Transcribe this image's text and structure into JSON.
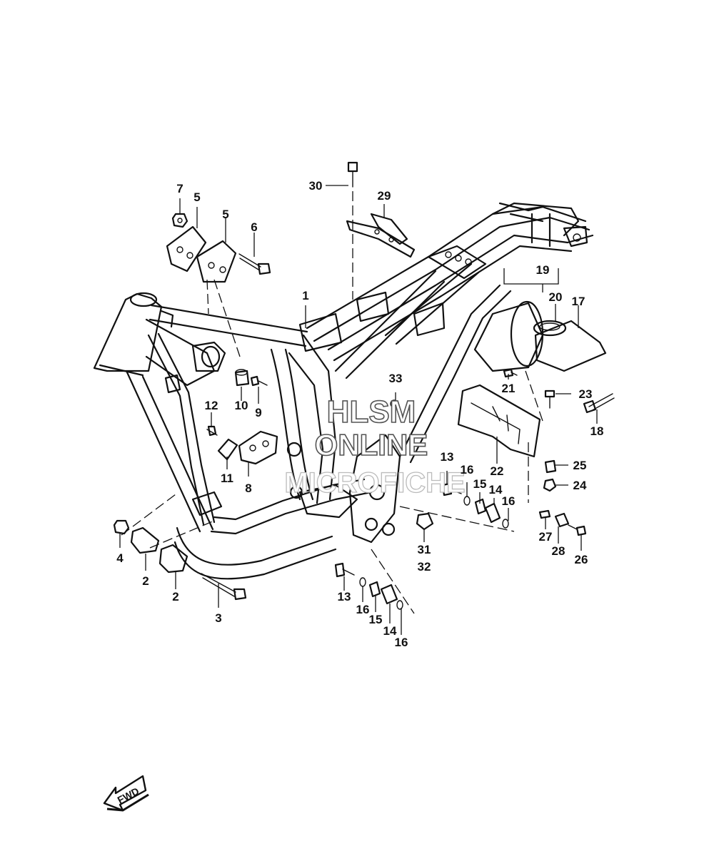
{
  "watermark": {
    "line1": "HLSM",
    "line2": "ONLINE",
    "line3": "MICROFICHE"
  },
  "fwd_label": "FWD",
  "callouts": [
    {
      "id": "c1",
      "text": "1"
    },
    {
      "id": "c2a",
      "text": "2"
    },
    {
      "id": "c2b",
      "text": "2"
    },
    {
      "id": "c3",
      "text": "3"
    },
    {
      "id": "c4",
      "text": "4"
    },
    {
      "id": "c5a",
      "text": "5"
    },
    {
      "id": "c5b",
      "text": "5"
    },
    {
      "id": "c6",
      "text": "6"
    },
    {
      "id": "c7",
      "text": "7"
    },
    {
      "id": "c8",
      "text": "8"
    },
    {
      "id": "c9",
      "text": "9"
    },
    {
      "id": "c10",
      "text": "10"
    },
    {
      "id": "c11",
      "text": "11"
    },
    {
      "id": "c12",
      "text": "12"
    },
    {
      "id": "c13a",
      "text": "13"
    },
    {
      "id": "c13b",
      "text": "13"
    },
    {
      "id": "c14a",
      "text": "14"
    },
    {
      "id": "c14b",
      "text": "14"
    },
    {
      "id": "c15a",
      "text": "15"
    },
    {
      "id": "c15b",
      "text": "15"
    },
    {
      "id": "c16a",
      "text": "16"
    },
    {
      "id": "c16b",
      "text": "16"
    },
    {
      "id": "c16c",
      "text": "16"
    },
    {
      "id": "c16d",
      "text": "16"
    },
    {
      "id": "c17",
      "text": "17"
    },
    {
      "id": "c18",
      "text": "18"
    },
    {
      "id": "c19",
      "text": "19"
    },
    {
      "id": "c20",
      "text": "20"
    },
    {
      "id": "c21",
      "text": "21"
    },
    {
      "id": "c22",
      "text": "22"
    },
    {
      "id": "c23",
      "text": "23"
    },
    {
      "id": "c24",
      "text": "24"
    },
    {
      "id": "c25",
      "text": "25"
    },
    {
      "id": "c26",
      "text": "26"
    },
    {
      "id": "c27",
      "text": "27"
    },
    {
      "id": "c28",
      "text": "28"
    },
    {
      "id": "c29",
      "text": "29"
    },
    {
      "id": "c30",
      "text": "30"
    },
    {
      "id": "c31",
      "text": "31"
    },
    {
      "id": "c32",
      "text": "32"
    },
    {
      "id": "c33",
      "text": "33"
    }
  ]
}
